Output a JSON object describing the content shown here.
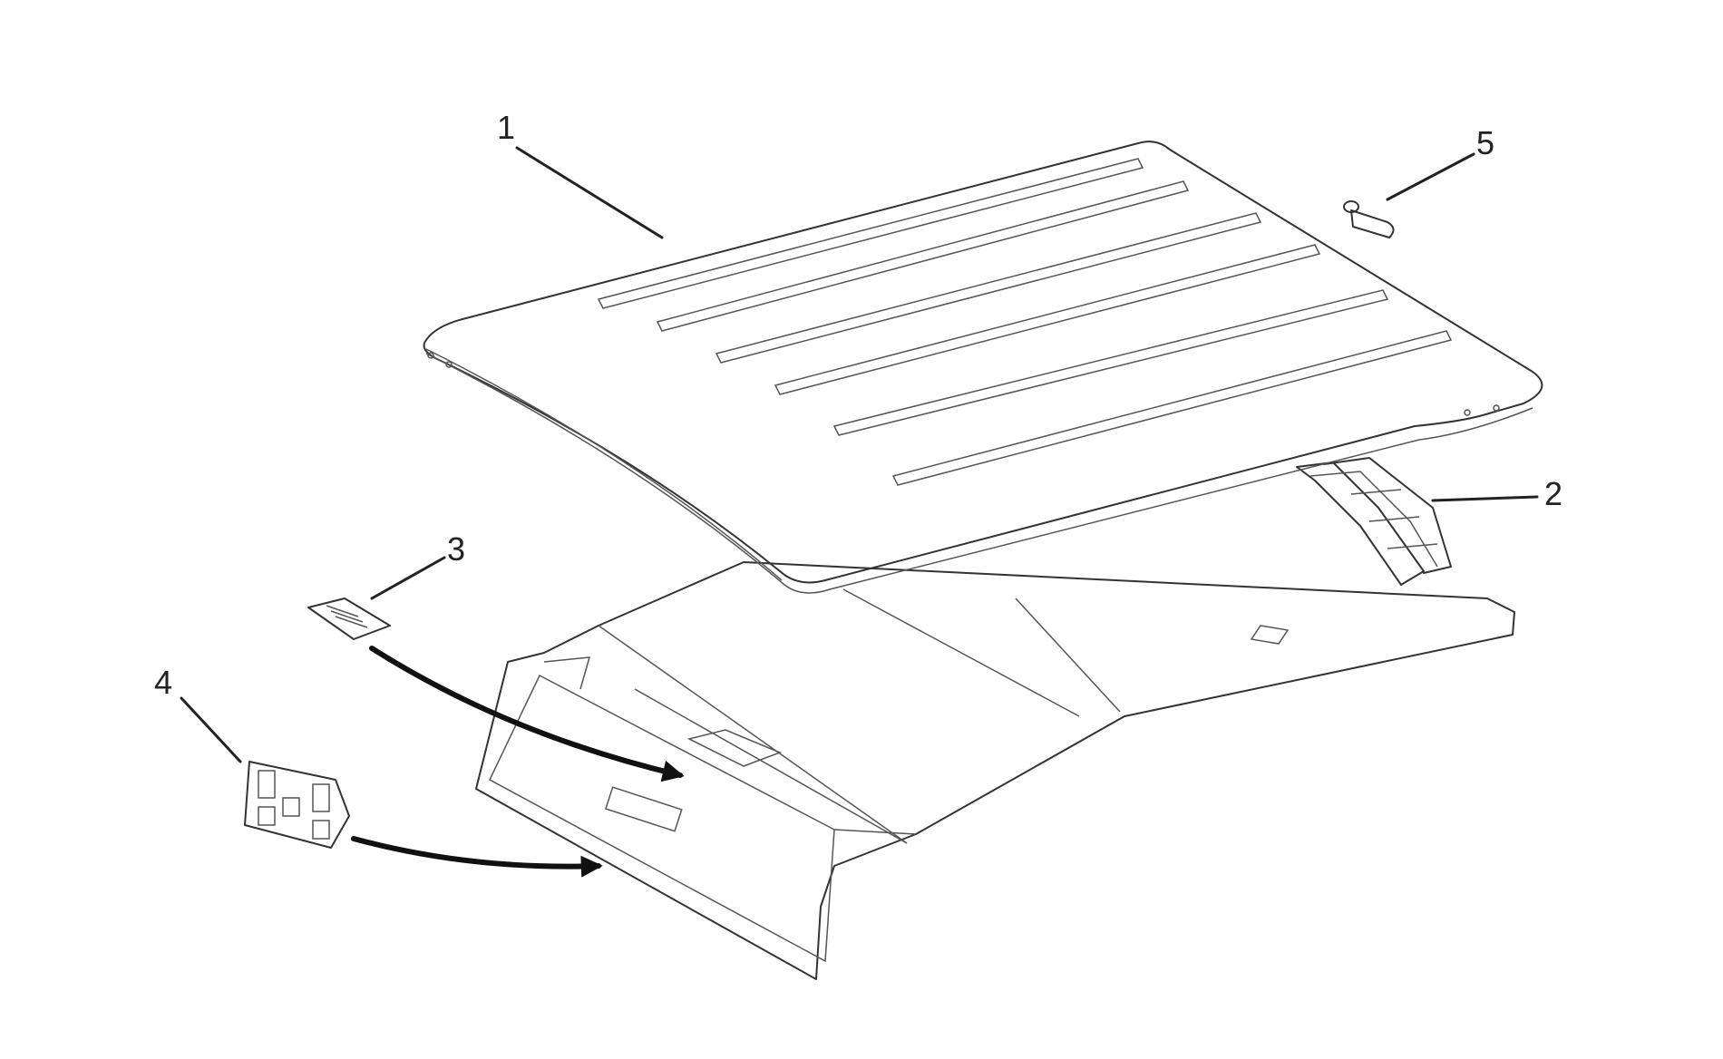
{
  "callouts": [
    {
      "id": "1",
      "text": "1"
    },
    {
      "id": "2",
      "text": "2"
    },
    {
      "id": "3",
      "text": "3"
    },
    {
      "id": "4",
      "text": "4"
    },
    {
      "id": "5",
      "text": "5"
    }
  ],
  "parts": [
    {
      "callout": "1",
      "part": "roof-panel"
    },
    {
      "callout": "2",
      "part": "roof-bracket"
    },
    {
      "callout": "3",
      "part": "clip"
    },
    {
      "callout": "4",
      "part": "latch"
    },
    {
      "callout": "5",
      "part": "plug"
    }
  ],
  "colors": {
    "line": "#333333",
    "background": "#ffffff"
  }
}
